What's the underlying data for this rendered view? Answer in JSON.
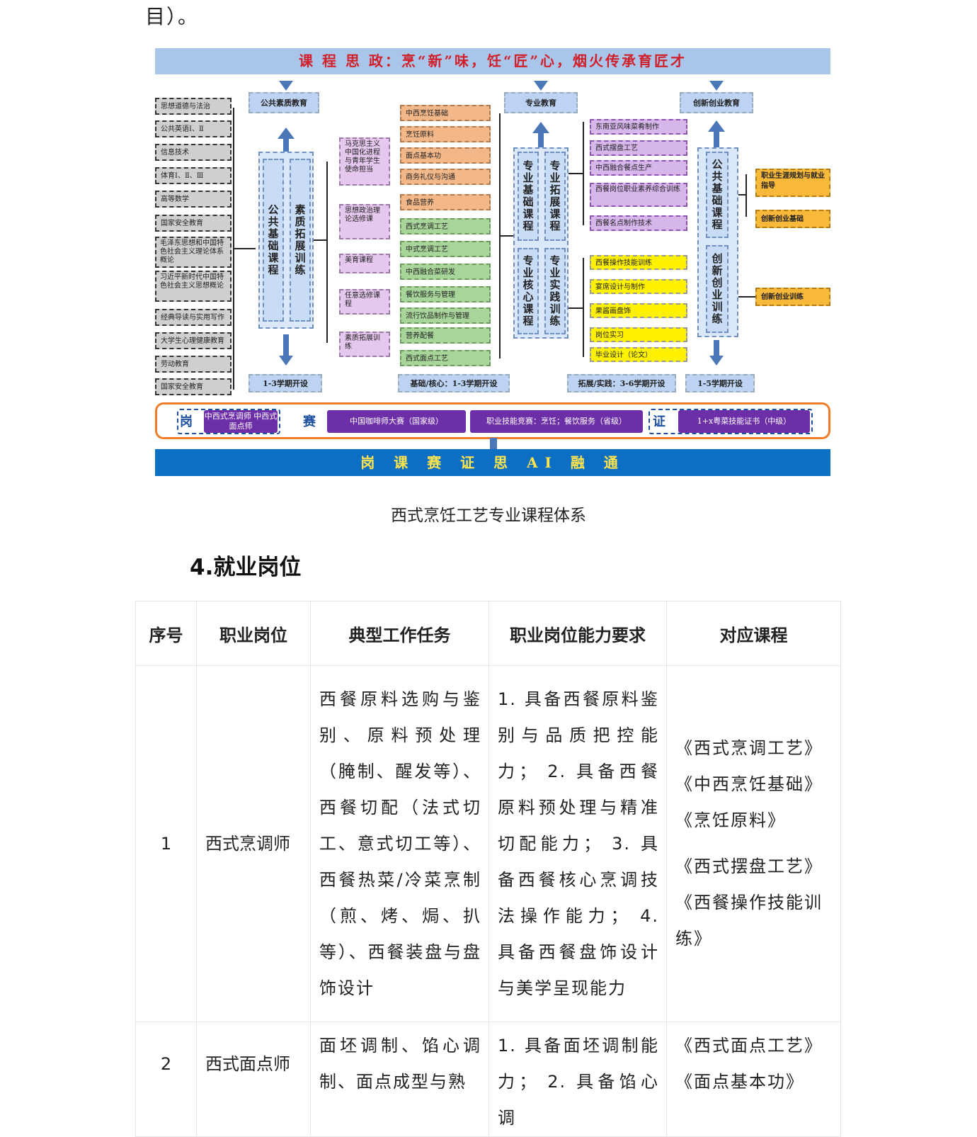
{
  "top_text": "目）。",
  "figure": {
    "title_band": "课 程 思 政：烹“新”味，饪“匠”心，烟火传承育匠才",
    "bottom_band": "岗 课 赛 证 思 AI 融 通",
    "general_courses": [
      "思想道德与法治",
      "公共英语Ⅰ、Ⅱ",
      "信息技术",
      "体育Ⅰ、Ⅱ、Ⅲ",
      "高等数学",
      "国家安全教育",
      "毛泽东思想和中国特色社会主义理论体系概论",
      "习近平新时代中国特色社会主义思想概论",
      "经典导读与实用写作",
      "大学生心理健康教育",
      "劳动教育",
      "国家安全教育"
    ],
    "public_edu_head": "公共素质教育",
    "public_col1": "公共基础课程",
    "public_col2": "素质拓展训练",
    "public_sem": "1-3学期开设",
    "quality_courses": [
      "马克思主义中国化进程与青年学生使命担当",
      "思想政治理论选修课",
      "美育课程",
      "任意选修课程",
      "素质拓展训练"
    ],
    "orange_courses": [
      "中西烹饪基础",
      "烹饪原料",
      "面点基本功",
      "商务礼仪与沟通",
      "食品营养"
    ],
    "green_courses": [
      "西式烹调工艺",
      "中式烹调工艺",
      "中西融合菜研发",
      "餐饮服务与管理",
      "流行饮品制作与管理",
      "营养配餐",
      "西式面点工艺"
    ],
    "core_sem": "基础/核心：1-3学期开设",
    "pro_edu_head": "专业教育",
    "pro_col1": "专业基础课程",
    "pro_col2": "专业拓展课程",
    "pro_col3": "专业核心课程",
    "pro_col4": "专业实践训练",
    "purple_courses": [
      "东南亚风味菜肴制作",
      "西式摆盘工艺",
      "中西融合餐点生产",
      "西餐岗位职业素养综合训练",
      "西餐名点制作技术"
    ],
    "yellow_courses": [
      "西餐操作技能训练",
      "宴席设计与制作",
      "果酱画盘饰",
      "岗位实习",
      "毕业设计（论文）"
    ],
    "ext_sem": "拓展/实践：3-6学期开设",
    "innov_edu_head": "创新创业教育",
    "innov_col1": "公共基础课程",
    "innov_col2": "创新创业训练",
    "innov_sem": "1-5学期开设",
    "gold_courses": [
      "职业生涯规划与就业指导",
      "创新创业基础",
      "创新创业训练"
    ],
    "cert": {
      "gang_label": "岗",
      "gang_items": "中西式烹调师 中西式面点师",
      "sai_label": "赛",
      "sai_item1": "中国咖啡师大赛（国家级）",
      "sai_item2": "职业技能竞赛：烹饪；餐饮服务（省级）",
      "zheng_label": "证",
      "zheng_item": "1+x粤菜技能证书（中级）"
    }
  },
  "caption": "西式烹饪工艺专业课程体系",
  "section_heading": "4.就业岗位",
  "table": {
    "headers": [
      "序号",
      "职业岗位",
      "典型工作任务",
      "职业岗位能力要求",
      "对应课程"
    ],
    "rows": [
      {
        "num": "1",
        "post": "西式烹调师",
        "task": "西餐原料选购与鉴别、原料预处理（腌制、醒发等）、西餐切配（法式切工、意式切工等）、西餐热菜/冷菜烹制（煎、烤、焗、扒等）、西餐装盘与盘饰设计",
        "req": "1. 具备西餐原料鉴别与品质把控能力； 2. 具备西餐原料预处理与精准切配能力； 3. 具备西餐核心烹调技法操作能力； 4. 具备西餐盘饰设计与美学呈现能力",
        "courses_a": [
          "《西式烹调工艺》",
          "《中西烹饪基础》",
          "《烹饪原料》"
        ],
        "courses_b": [
          "《西式摆盘工艺》",
          "《西餐操作技能训练》"
        ]
      },
      {
        "num": "2",
        "post": "西式面点师",
        "task": "面坯调制、馅心调制、面点成型与熟",
        "req": "1. 具备面坯调制能力； 2. 具备馅心调",
        "courses_a": [
          "《西式面点工艺》",
          "《面点基本功》"
        ],
        "courses_b": []
      }
    ]
  }
}
